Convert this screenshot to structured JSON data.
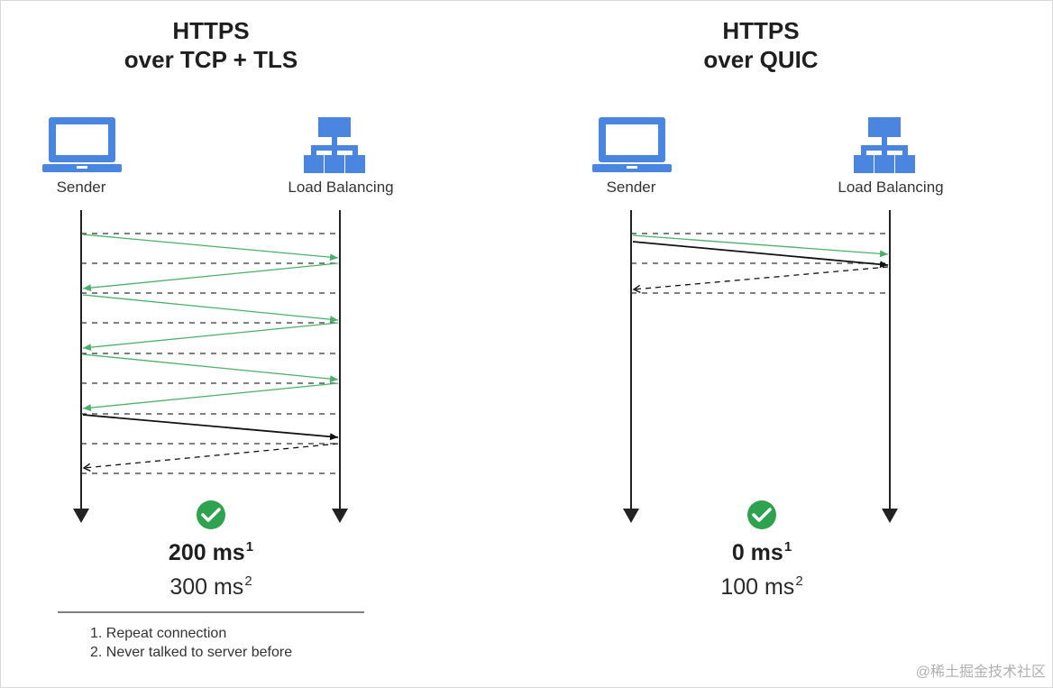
{
  "left": {
    "title_line1": "HTTPS",
    "title_line2": "over TCP + TLS",
    "sender_label": "Sender",
    "server_label": "Load Balancing",
    "time_main": "200 ms",
    "time_main_note": "1",
    "time_sub": "300 ms",
    "time_sub_note": "2"
  },
  "right": {
    "title_line1": "HTTPS",
    "title_line2": "over QUIC",
    "sender_label": "Sender",
    "server_label": "Load Balancing",
    "time_main": "0 ms",
    "time_main_note": "1",
    "time_sub": "100 ms",
    "time_sub_note": "2"
  },
  "footnotes": {
    "note1": "1. Repeat connection",
    "note2": "2. Never talked to server before"
  },
  "watermark": "@稀土掘金技术社区",
  "colors": {
    "icon_blue": "#4a86e0",
    "arrow_green": "#4caf6a",
    "check_green": "#2ea24e",
    "arrow_black": "#111111"
  },
  "icons": {
    "sender": "laptop-icon",
    "server": "network-hierarchy-icon",
    "success": "check-circle-icon"
  }
}
